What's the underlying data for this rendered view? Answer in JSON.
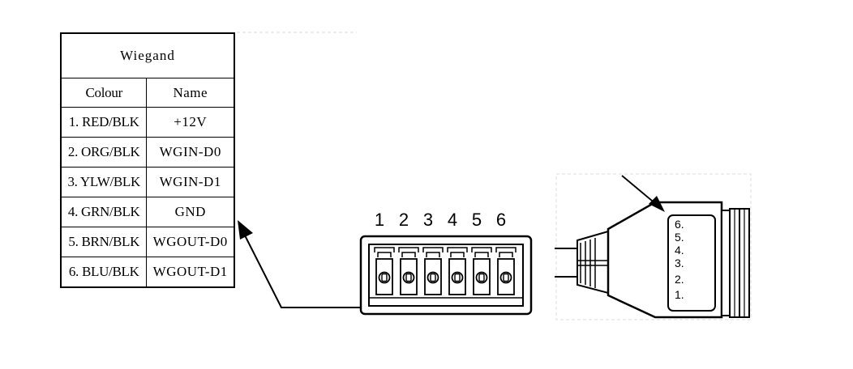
{
  "table": {
    "title": "Wiegand",
    "headers": [
      "Colour",
      "Name"
    ],
    "rows": [
      {
        "colour": "1. RED/BLK",
        "name": "+12V"
      },
      {
        "colour": "2. ORG/BLK",
        "name": "WGIN-D0"
      },
      {
        "colour": "3. YLW/BLK",
        "name": "WGIN-D1"
      },
      {
        "colour": "4. GRN/BLK",
        "name": "GND"
      },
      {
        "colour": "5. BRN/BLK",
        "name": "WGOUT-D0"
      },
      {
        "colour": "6. BLU/BLK",
        "name": "WGOUT-D1"
      }
    ]
  },
  "terminal_block": {
    "pin_labels": [
      "1",
      "2",
      "3",
      "4",
      "5",
      "6"
    ]
  },
  "plug": {
    "pin_labels": [
      "6.",
      "5.",
      "4.",
      "3.",
      "2.",
      "1."
    ]
  }
}
